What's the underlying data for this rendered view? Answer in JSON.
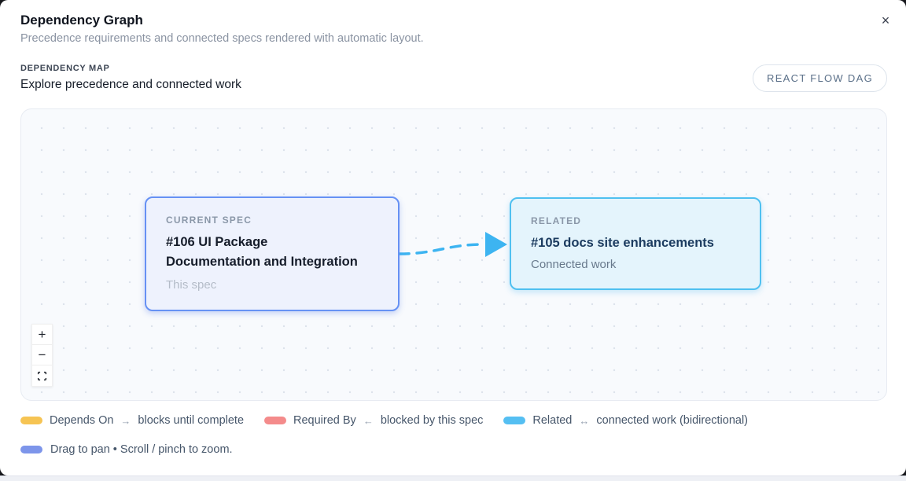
{
  "window": {
    "close_glyph": "×"
  },
  "header": {
    "title": "Dependency Graph",
    "subtitle": "Precedence requirements and connected specs rendered with automatic layout."
  },
  "section": {
    "eyebrow": "DEPENDENCY MAP",
    "heading": "Explore precedence and connected work",
    "badge": "REACT FLOW DAG"
  },
  "graph": {
    "current_node": {
      "label": "CURRENT SPEC",
      "title_lines": [
        "#106 UI Package",
        "Documentation and Integration"
      ],
      "subtitle": "This spec",
      "border_color": "#6691f4",
      "bg_color": "#eef2fd"
    },
    "related_node": {
      "label": "RELATED",
      "title": "#105 docs site enhancements",
      "subtitle": "Connected work",
      "border_color": "#4fc0f0",
      "bg_color": "#e4f4fc"
    },
    "edge": {
      "color": "#3db4f1",
      "style": "dashed",
      "direction": "left-to-right"
    },
    "controls": {
      "zoom_in": "+",
      "zoom_out": "−"
    }
  },
  "legend": {
    "items": [
      {
        "name": "Depends On",
        "arrow": "→",
        "description": "blocks until complete",
        "color": "#f6c453"
      },
      {
        "name": "Required By",
        "arrow": "←",
        "description": "blocked by this spec",
        "color": "#f48b8b"
      },
      {
        "name": "Related",
        "arrow": "↔",
        "description": "connected work (bidirectional)",
        "color": "#55bff2"
      }
    ]
  },
  "hint": {
    "text": "Drag to pan • Scroll / pinch to zoom.",
    "color": "#7d95ea"
  }
}
